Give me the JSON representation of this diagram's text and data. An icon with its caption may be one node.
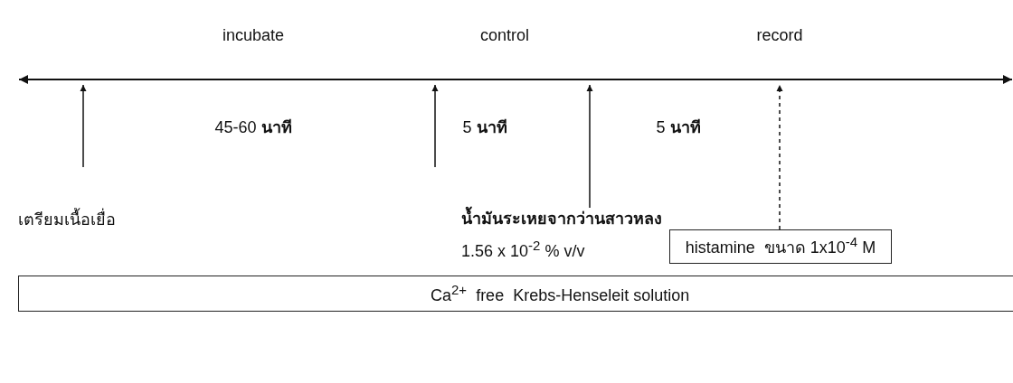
{
  "diagram": {
    "nodes": [
      {
        "text": [],
        "shape": "bar"
      },
      {
        "text": [
          "histamine  ขนาด 1x10$^{-4}$ M"
        ]
      },
      {
        "text": [
          "Ca$^{2+}$  free  Krebs-Henseleit solution"
        ]
      },
      {
        "text": [
          "น้ำมันระเหยจากว่านสาวหลง"
        ],
        "beside": [
          "1.56 x 10$^{-2}$ % v/v"
        ]
      }
    ],
    "edges": [
      {
        "from": null,
        "to": 0,
        "arrow": "to"
      },
      {
        "from": null,
        "to": 0,
        "arrow": "to"
      },
      {
        "from": 3,
        "to": 0,
        "arrow": "to"
      },
      {
        "from": 1,
        "to": 0,
        "arrow": "to",
        "style": "dashed"
      }
    ],
    "labels": [
      "incubate",
      "control",
      "record",
      "45-60 **นาที**",
      "5 **นาที**",
      "5 **นาที**",
      "เตรียมเนื้อเยื่อ"
    ]
  }
}
